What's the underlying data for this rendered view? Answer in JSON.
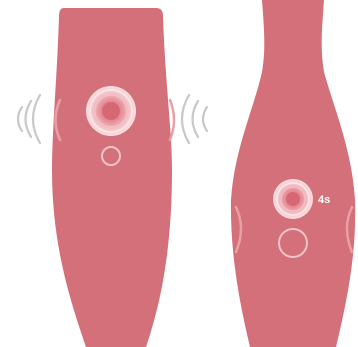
{
  "illustration": {
    "body_color": "#d4707a",
    "button_core_color": "#e8808a",
    "ring_color": "#f0c4c8",
    "wave_color": "#c8c8c8",
    "edge_highlight_color": "#e8a0a6",
    "left_device": {
      "state": "vibrating",
      "icons": [
        "power-button-icon",
        "secondary-button-icon",
        "vibration-waves-left-icon",
        "vibration-waves-right-icon"
      ]
    },
    "right_device": {
      "state": "press-and-hold",
      "hold_duration_label": "4s",
      "icons": [
        "power-button-icon",
        "secondary-button-icon"
      ]
    }
  }
}
